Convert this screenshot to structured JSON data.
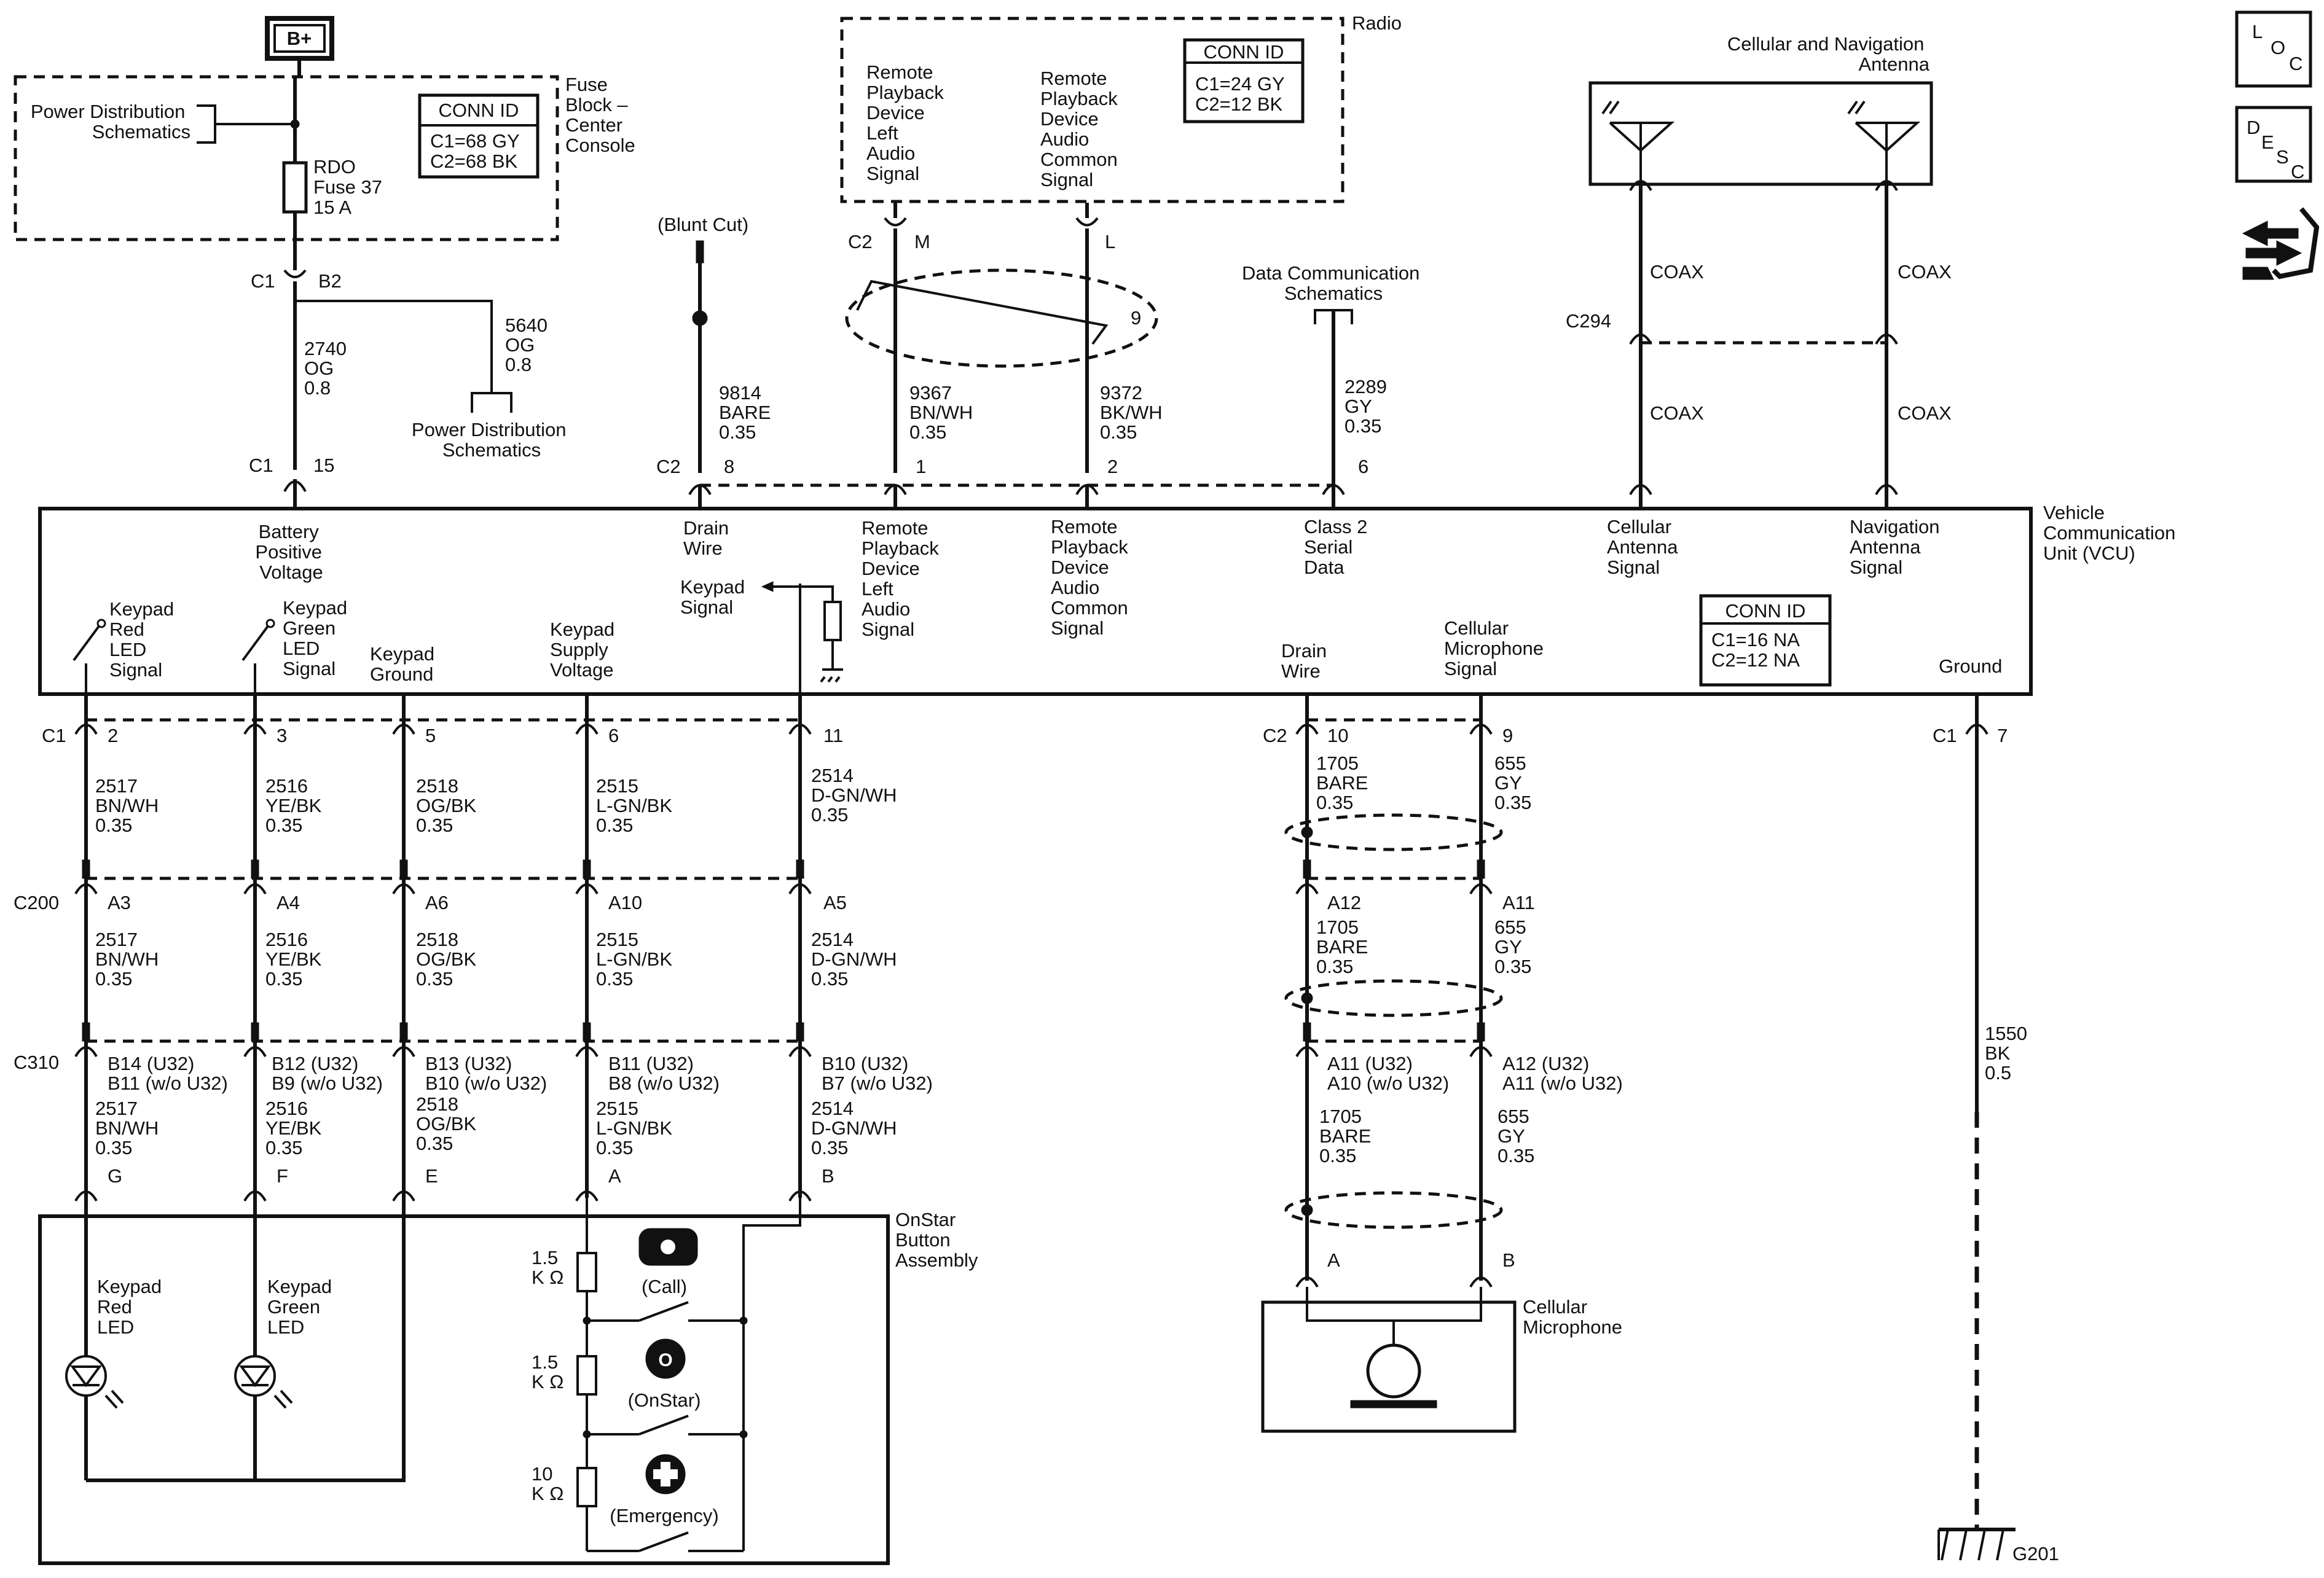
{
  "power": {
    "b_plus": "B+",
    "pds_1": [
      "Power Distribution",
      "Schematics"
    ],
    "pds_2": [
      "Power Distribution",
      "Schematics"
    ],
    "fuse_block": [
      "Fuse",
      "Block –",
      "Center",
      "Console"
    ],
    "fuse_label": [
      "RDO",
      "Fuse 37",
      "15 A"
    ],
    "conn_id_title": "CONN ID",
    "conn_id_rows": [
      "C1=68 GY",
      "C2=68 BK"
    ],
    "c1": "C1",
    "b2": "B2",
    "wire_2740": [
      "2740",
      "OG",
      "0.8"
    ],
    "wire_5640": [
      "5640",
      "OG",
      "0.8"
    ],
    "c1_15": [
      "C1",
      "15"
    ]
  },
  "radio": {
    "title": "Radio",
    "left_label": [
      "Remote",
      "Playback",
      "Device",
      "Left",
      "Audio",
      "Signal"
    ],
    "common_label": [
      "Remote",
      "Playback",
      "Device",
      "Audio",
      "Common",
      "Signal"
    ],
    "conn_id_title": "CONN ID",
    "conn_id_rows": [
      "C1=24 GY",
      "C2=12 BK"
    ],
    "c2": "C2",
    "pin_m": "M",
    "pin_l": "L",
    "twist_pin": "9"
  },
  "shield": {
    "blunt_cut": "(Blunt Cut)",
    "wire_9814": [
      "9814",
      "BARE",
      "0.35"
    ],
    "wire_9367": [
      "9367",
      "BN/WH",
      "0.35"
    ],
    "wire_9372": [
      "9372",
      "BK/WH",
      "0.35"
    ],
    "c2_8": [
      "C2",
      "8"
    ],
    "pin_1": "1",
    "pin_2": "2"
  },
  "data_comm": {
    "label": [
      "Data Communication",
      "Schematics"
    ],
    "wire_2289": [
      "2289",
      "GY",
      "0.35"
    ],
    "pin_6": "6"
  },
  "antenna": {
    "title": [
      "Cellular and Navigation",
      "Antenna"
    ],
    "coax": "COAX",
    "c294": "C294"
  },
  "vcu": {
    "title": [
      "Vehicle",
      "Communication",
      "Unit (VCU)"
    ],
    "labels_top": {
      "battery": [
        "Battery",
        "Positive",
        "Voltage"
      ],
      "drain": [
        "Drain",
        "Wire"
      ],
      "rpd_left": [
        "Remote",
        "Playback",
        "Device",
        "Left",
        "Audio",
        "Signal"
      ],
      "rpd_common": [
        "Remote",
        "Playback",
        "Device",
        "Audio",
        "Common",
        "Signal"
      ],
      "class2": [
        "Class 2",
        "Serial",
        "Data"
      ],
      "cell_ant": [
        "Cellular",
        "Antenna",
        "Signal"
      ],
      "nav_ant": [
        "Navigation",
        "Antenna",
        "Signal"
      ]
    },
    "labels_bottom": {
      "kp_red": [
        "Keypad",
        "Red",
        "LED",
        "Signal"
      ],
      "kp_green": [
        "Keypad",
        "Green",
        "LED",
        "Signal"
      ],
      "kp_ground": [
        "Keypad",
        "Ground"
      ],
      "kp_supply": [
        "Keypad",
        "Supply",
        "Voltage"
      ],
      "kp_signal": [
        "Keypad",
        "Signal"
      ],
      "drain": [
        "Drain",
        "Wire"
      ],
      "cell_mic": [
        "Cellular",
        "Microphone",
        "Signal"
      ],
      "ground": "Ground"
    },
    "conn_id_title": "CONN ID",
    "conn_id_rows": [
      "C1=16 NA",
      "C2=12 NA"
    ]
  },
  "harness": {
    "c1": "C1",
    "c2": "C2",
    "c200": "C200",
    "c310": "C310",
    "vcu_pins": [
      "2",
      "3",
      "5",
      "6",
      "11",
      "10",
      "9",
      "7"
    ],
    "c200_pins": [
      "A3",
      "A4",
      "A6",
      "A10",
      "A5",
      "A12",
      "A11"
    ],
    "c310_pins": [
      [
        "B14 (U32)",
        "B11 (w/o U32)"
      ],
      [
        "B12  (U32)",
        "B9 (w/o U32)"
      ],
      [
        "B13 (U32)",
        "B10 (w/o U32)"
      ],
      [
        "B11 (U32)",
        "B8  (w/o U32)"
      ],
      [
        "B10  (U32)",
        "B7  (w/o U32)"
      ],
      [
        "A11 (U32)",
        "A10 (w/o U32)"
      ],
      [
        "A12  (U32)",
        "A11 (w/o U32)"
      ]
    ],
    "wires": [
      [
        "2517",
        "BN/WH",
        "0.35"
      ],
      [
        "2516",
        "YE/BK",
        "0.35"
      ],
      [
        "2518",
        "OG/BK",
        "0.35"
      ],
      [
        "2515",
        "L-GN/BK",
        "0.35"
      ],
      [
        "2514",
        "D-GN/WH",
        "0.35"
      ],
      [
        "1705",
        "BARE",
        "0.35"
      ],
      [
        "655",
        "GY",
        "0.35"
      ]
    ],
    "ground_wire": [
      "1550",
      "BK",
      "0.5"
    ],
    "button_pins": [
      "G",
      "F",
      "E",
      "A",
      "B"
    ],
    "mic_pins": [
      "A",
      "B"
    ],
    "g201": "G201"
  },
  "onstar": {
    "title": [
      "OnStar",
      "Button",
      "Assembly"
    ],
    "red_led": [
      "Keypad",
      "Red",
      "LED"
    ],
    "green_led": [
      "Keypad",
      "Green",
      "LED"
    ],
    "r1": [
      "1.5",
      "K Ω"
    ],
    "r2": [
      "1.5",
      "K Ω"
    ],
    "r3": [
      "10",
      "K Ω"
    ],
    "call": "(Call)",
    "onstar": "(OnStar)",
    "emergency": "(Emergency)"
  },
  "mic": {
    "title": [
      "Cellular",
      "Microphone"
    ]
  },
  "side_icons": {
    "loc": [
      "L",
      "O",
      "C"
    ],
    "desc": [
      "D",
      "E",
      "S",
      "C"
    ],
    "nav": "nav-arrows-icon"
  }
}
